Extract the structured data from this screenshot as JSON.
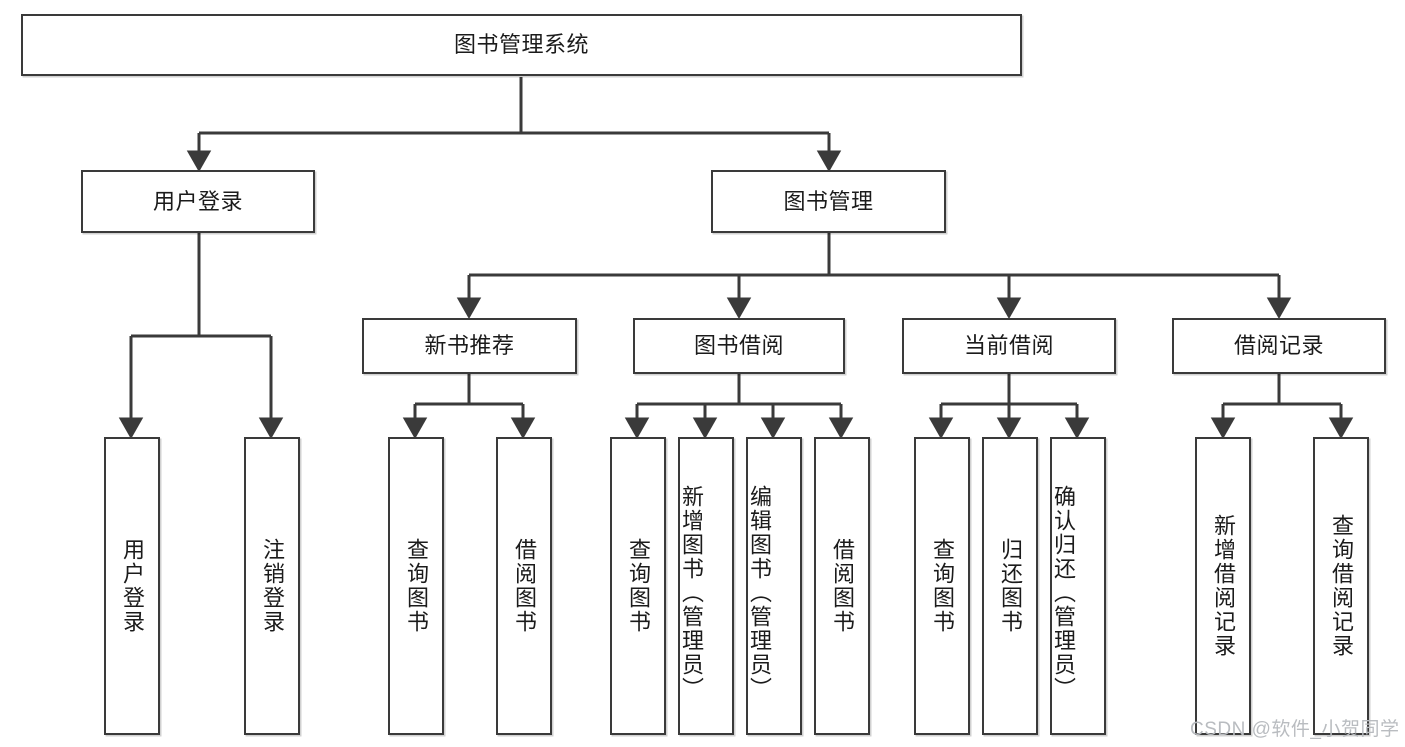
{
  "diagram": {
    "title": "图书管理系统",
    "watermark": "CSDN @软件_小贺同学",
    "colors": {
      "stroke": "#3a3a3a",
      "fill": "#ffffff",
      "text": "#1b1b1b",
      "watermark": "#b9bcc0"
    },
    "nodes": {
      "root": {
        "label": "图书管理系统"
      },
      "level2": [
        {
          "key": "user-login",
          "label": "用户登录"
        },
        {
          "key": "book-manage",
          "label": "图书管理"
        }
      ],
      "level3": [
        {
          "key": "new-book-recommend",
          "label": "新书推荐"
        },
        {
          "key": "book-borrow",
          "label": "图书借阅"
        },
        {
          "key": "current-borrow",
          "label": "当前借阅"
        },
        {
          "key": "borrow-record",
          "label": "借阅记录"
        }
      ],
      "leaves": [
        {
          "key": "leaf-user-login",
          "label": "用户登录",
          "parent": "user-login"
        },
        {
          "key": "leaf-user-logout",
          "label": "注销登录",
          "parent": "user-login"
        },
        {
          "key": "leaf-query-book-1",
          "label": "查询图书",
          "parent": "new-book-recommend"
        },
        {
          "key": "leaf-borrow-book-1",
          "label": "借阅图书",
          "parent": "new-book-recommend"
        },
        {
          "key": "leaf-query-book-2",
          "label": "查询图书",
          "parent": "book-borrow"
        },
        {
          "key": "leaf-add-book",
          "label": "新增图书（管理员）",
          "parent": "book-borrow"
        },
        {
          "key": "leaf-edit-book",
          "label": "编辑图书（管理员）",
          "parent": "book-borrow"
        },
        {
          "key": "leaf-borrow-book-2",
          "label": "借阅图书",
          "parent": "book-borrow"
        },
        {
          "key": "leaf-query-book-3",
          "label": "查询图书",
          "parent": "current-borrow"
        },
        {
          "key": "leaf-return-book",
          "label": "归还图书",
          "parent": "current-borrow"
        },
        {
          "key": "leaf-confirm-return",
          "label": "确认归还（管理员）",
          "parent": "current-borrow"
        },
        {
          "key": "leaf-add-record",
          "label": "新增借阅记录",
          "parent": "borrow-record"
        },
        {
          "key": "leaf-query-record",
          "label": "查询借阅记录",
          "parent": "borrow-record"
        }
      ]
    }
  }
}
